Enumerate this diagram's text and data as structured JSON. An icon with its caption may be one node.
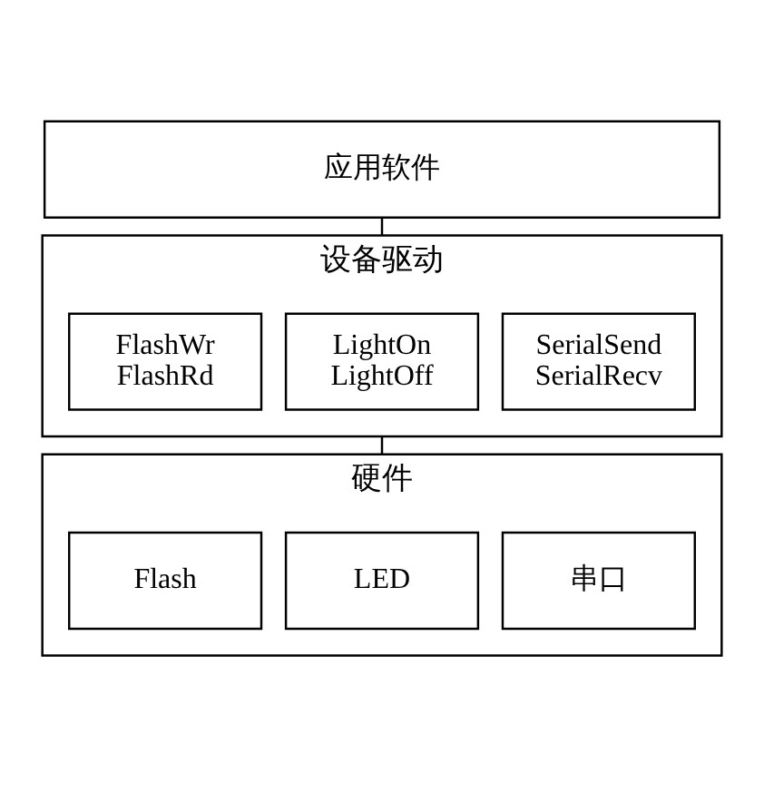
{
  "diagram": {
    "nodes": [
      {
        "text": [
          "应用软件"
        ]
      },
      {
        "text": [
          "设备驱动"
        ]
      },
      {
        "text": [
          "SerialSend",
          "SerialRecv"
        ],
        "in": 1
      },
      {
        "text": [
          "LightOn",
          "LightOff"
        ],
        "in": 1
      },
      {
        "text": [
          "FlashWr",
          "FlashRd"
        ],
        "in": 1
      },
      {
        "text": [
          "硬件"
        ]
      },
      {
        "text": [
          "串口"
        ],
        "in": 5
      },
      {
        "text": [
          "LED"
        ],
        "in": 5
      },
      {
        "text": [
          "Flash"
        ],
        "in": 5
      }
    ],
    "edges": [
      {
        "from": 0,
        "to": 1,
        "arrow": "none"
      },
      {
        "from": 1,
        "to": 5,
        "arrow": "none"
      }
    ]
  }
}
